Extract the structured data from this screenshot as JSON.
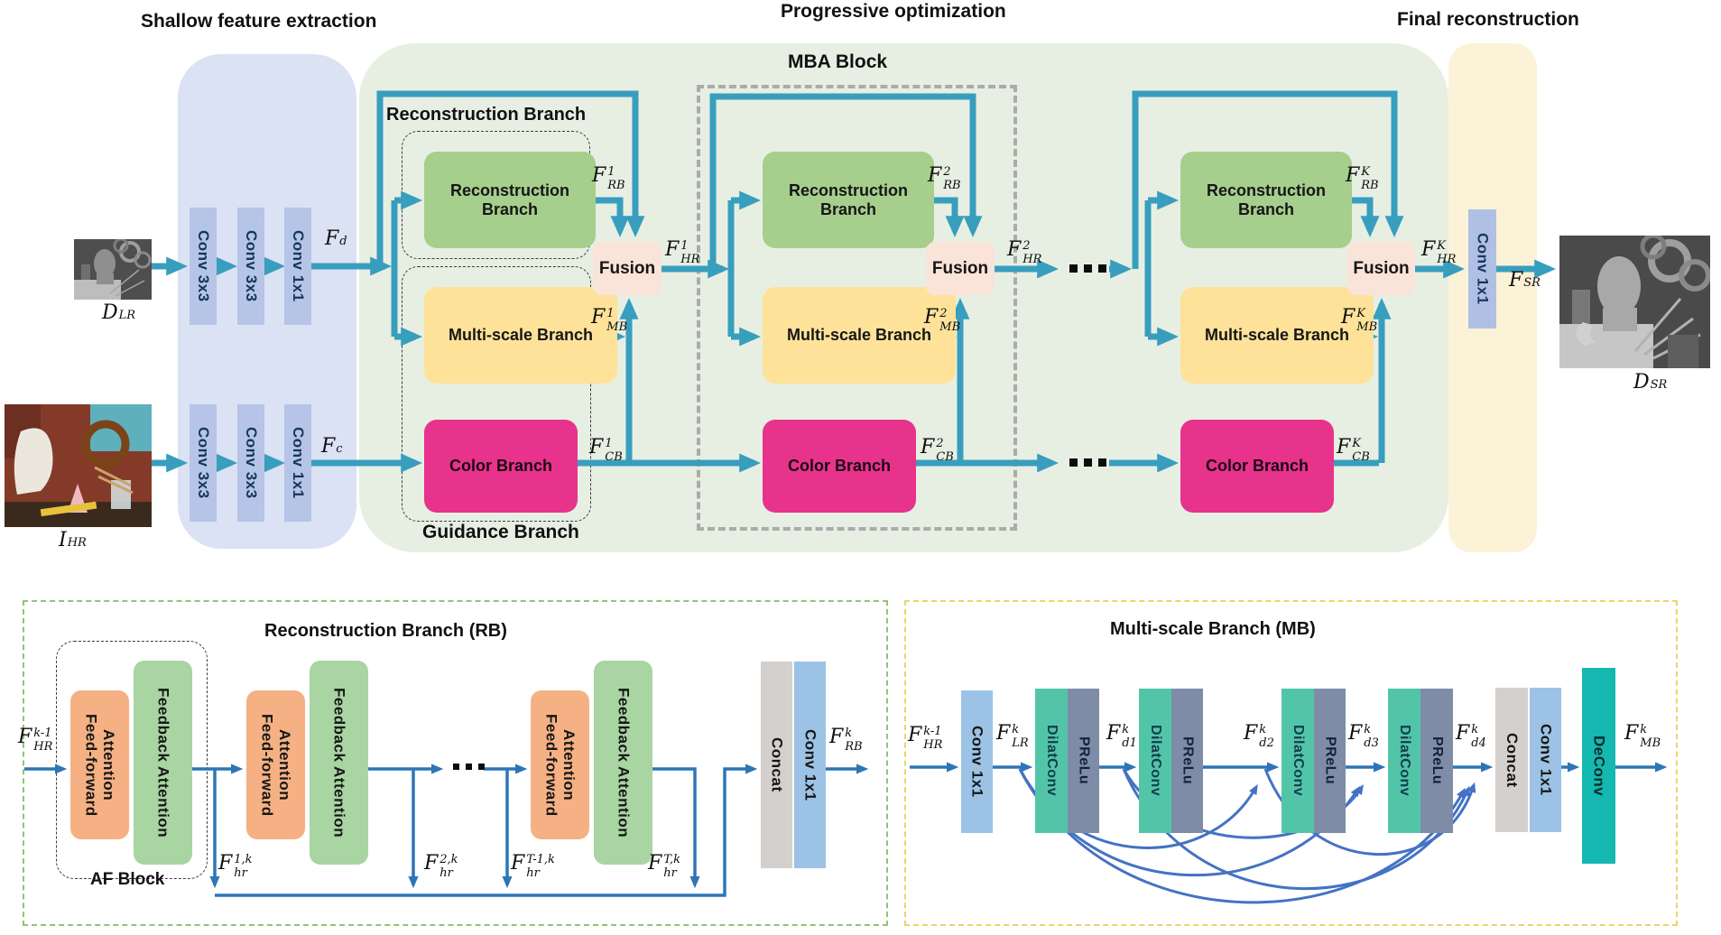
{
  "titles": {
    "shallow": "Shallow feature extraction",
    "progressive": "Progressive optimization",
    "final": "Final reconstruction"
  },
  "annotations": {
    "mba_block": "MBA Block",
    "reconstruction_branch": "Reconstruction Branch",
    "guidance_branch": "Guidance Branch",
    "af_block": "AF Block",
    "dots": "..."
  },
  "io": {
    "d_lr": {
      "b": "D",
      "sub": "LR"
    },
    "i_hr": {
      "b": "I",
      "sub": "HR"
    },
    "d_sr": {
      "b": "D",
      "sub": "SR"
    },
    "f_d": {
      "b": "F",
      "sub": "d"
    },
    "f_c": {
      "b": "F",
      "sub": "c"
    },
    "f_sr": {
      "b": "F",
      "sub": "SR"
    }
  },
  "shallow": {
    "conv33": "Conv 3x3",
    "conv11": "Conv 1x1"
  },
  "blocks": {
    "reconstruction": "Reconstruction Branch",
    "multiscale": "Multi-scale Branch",
    "color": "Color Branch",
    "fusion": "Fusion",
    "conv11": "Conv 1x1"
  },
  "groups": [
    {
      "f_rb": {
        "b": "F",
        "sup": "1",
        "sub": "RB"
      },
      "f_mb": {
        "b": "F",
        "sup": "1",
        "sub": "MB"
      },
      "f_cb": {
        "b": "F",
        "sup": "1",
        "sub": "CB"
      },
      "f_hr": {
        "b": "F",
        "sup": "1",
        "sub": "HR"
      }
    },
    {
      "f_rb": {
        "b": "F",
        "sup": "2",
        "sub": "RB"
      },
      "f_mb": {
        "b": "F",
        "sup": "2",
        "sub": "MB"
      },
      "f_cb": {
        "b": "F",
        "sup": "2",
        "sub": "CB"
      },
      "f_hr": {
        "b": "F",
        "sup": "2",
        "sub": "HR"
      }
    },
    {
      "f_rb": {
        "b": "F",
        "sup": "K",
        "sub": "RB"
      },
      "f_mb": {
        "b": "F",
        "sup": "K",
        "sub": "MB"
      },
      "f_cb": {
        "b": "F",
        "sup": "K",
        "sub": "CB"
      },
      "f_hr": {
        "b": "F",
        "sup": "K",
        "sub": "HR"
      }
    }
  ],
  "rb_panel": {
    "title": "Reconstruction Branch (RB)",
    "feed_forward": "Feed-forward Attention",
    "feedback": "Feedback Attention",
    "concat": "Concat",
    "conv11": "Conv 1x1",
    "f_in": {
      "b": "F",
      "sup": "k-1",
      "sub": "HR"
    },
    "f_out": {
      "b": "F",
      "sup": "k",
      "sub": "RB"
    },
    "hops": [
      {
        "b": "F",
        "sup": "1,k",
        "sub": "hr"
      },
      {
        "b": "F",
        "sup": "2,k",
        "sub": "hr"
      },
      {
        "b": "F",
        "sup": "T-1,k",
        "sub": "hr"
      },
      {
        "b": "F",
        "sup": "T,k",
        "sub": "hr"
      }
    ]
  },
  "mb_panel": {
    "title": "Multi-scale Branch (MB)",
    "conv11": "Conv 1x1",
    "dilatconv": "DilatConv",
    "prelu": "PReLu",
    "concat": "Concat",
    "deconv": "DeConv",
    "f_in": {
      "b": "F",
      "sup": "k-1",
      "sub": "HR"
    },
    "f_lr": {
      "b": "F",
      "sup": "k",
      "sub": "LR"
    },
    "f_d": [
      {
        "b": "F",
        "sup": "k",
        "sub": "d1"
      },
      {
        "b": "F",
        "sup": "k",
        "sub": "d2"
      },
      {
        "b": "F",
        "sup": "k",
        "sub": "d3"
      },
      {
        "b": "F",
        "sup": "k",
        "sub": "d4"
      }
    ],
    "f_out": {
      "b": "F",
      "sup": "k",
      "sub": "MB"
    }
  },
  "colors": {
    "teal_arrow": "#389EBE",
    "blue_arrow": "#2E75B6",
    "dense_curve": "#4472C4",
    "panel_shallow": "#DBE2F3",
    "panel_progressive": "#E7EFE3",
    "panel_final": "#FCF2D8",
    "box_green": "#A6CE8D",
    "box_yellow": "#FFE299",
    "box_magenta": "#E7338C",
    "box_fusion": "#FAE3D9",
    "box_conv_periwinkle": "#B5C4E7",
    "box_orange": "#F5B183",
    "box_feedback_green": "#A8D5A2",
    "box_concat_gray": "#D3D0CD",
    "box_conv_blue": "#9CC3E5",
    "box_dilatconv": "#52C5A8",
    "box_prelu": "#7E8CA8",
    "box_deconv": "#14B8B1"
  }
}
